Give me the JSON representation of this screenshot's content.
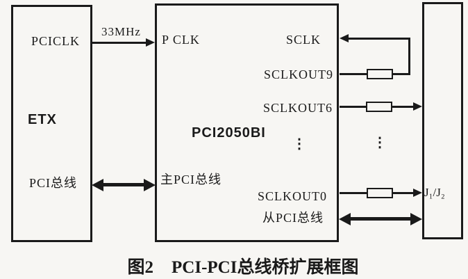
{
  "colors": {
    "ink": "#1a1a1a",
    "paper": "#f7f6f3"
  },
  "diagram": {
    "caption": {
      "index": "图2",
      "title": "PCI-PCI总线桥扩展框图"
    },
    "clock_label": "33MHz",
    "left_box": {
      "name": "ETX",
      "pin_clk": "PCICLK",
      "pin_bus": "PCI总线"
    },
    "bridge_box": {
      "chip": "PCI2050BI",
      "pin_pclk": "P CLK",
      "pin_sclk": "SCLK",
      "pin_sclkout9": "SCLKOUT9",
      "pin_sclkout6": "SCLKOUT6",
      "pin_sclkout0": "SCLKOUT0",
      "master_bus": "主PCI总线",
      "slave_bus": "从PCI总线",
      "ellipsis": "⋮"
    },
    "right_box": {
      "label": "J₁/J₂",
      "ellipsis": "⋮"
    }
  }
}
